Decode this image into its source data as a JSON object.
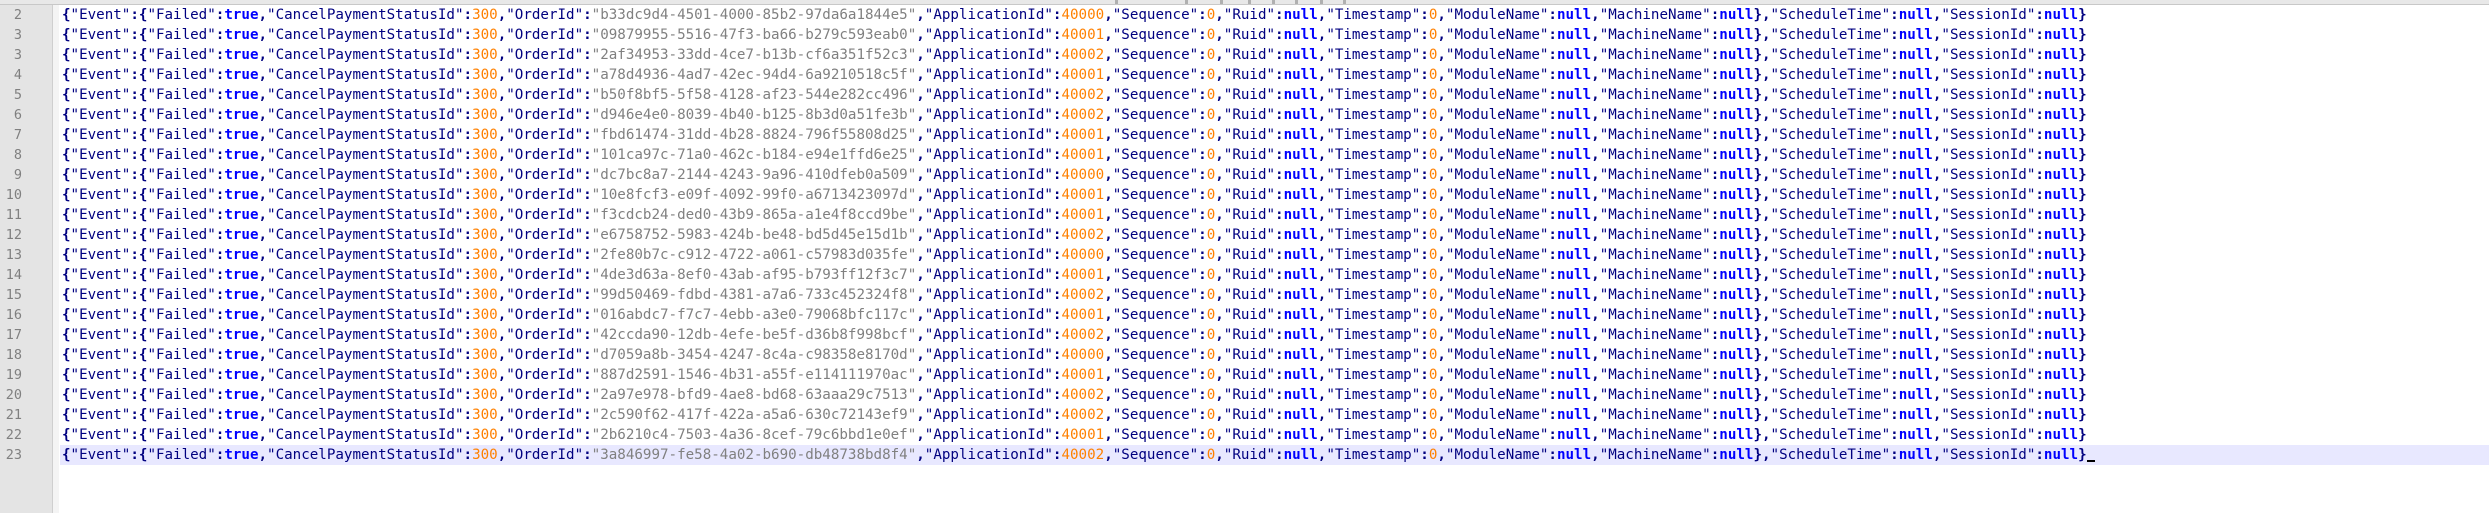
{
  "lines": [
    {
      "num": "2",
      "order_id": "b33dc9d4-4501-4000-85b2-97da6a1844e5",
      "application_id": "40000"
    },
    {
      "num": "3",
      "order_id": "09879955-5516-47f3-ba66-b279c593eab0",
      "application_id": "40001"
    },
    {
      "num": "3",
      "order_id": "2af34953-33dd-4ce7-b13b-cf6a351f52c3",
      "application_id": "40002"
    },
    {
      "num": "4",
      "order_id": "a78d4936-4ad7-42ec-94d4-6a9210518c5f",
      "application_id": "40001"
    },
    {
      "num": "5",
      "order_id": "b50f8bf5-5f58-4128-af23-544e282cc496",
      "application_id": "40002"
    },
    {
      "num": "6",
      "order_id": "d946e4e0-8039-4b40-b125-8b3d0a51fe3b",
      "application_id": "40002"
    },
    {
      "num": "7",
      "order_id": "fbd61474-31dd-4b28-8824-796f55808d25",
      "application_id": "40001"
    },
    {
      "num": "8",
      "order_id": "101ca97c-71a0-462c-b184-e94e1ffd6e25",
      "application_id": "40001"
    },
    {
      "num": "9",
      "order_id": "dc7bc8a7-2144-4243-9a96-410dfeb0a509",
      "application_id": "40000"
    },
    {
      "num": "10",
      "order_id": "10e8fcf3-e09f-4092-99f0-a6713423097d",
      "application_id": "40001"
    },
    {
      "num": "11",
      "order_id": "f3cdcb24-ded0-43b9-865a-a1e4f8ccd9be",
      "application_id": "40001"
    },
    {
      "num": "12",
      "order_id": "e6758752-5983-424b-be48-bd5d45e15d1b",
      "application_id": "40002"
    },
    {
      "num": "13",
      "order_id": "2fe80b7c-c912-4722-a061-c57983d035fe",
      "application_id": "40000"
    },
    {
      "num": "14",
      "order_id": "4de3d63a-8ef0-43ab-af95-b793ff12f3c7",
      "application_id": "40001"
    },
    {
      "num": "15",
      "order_id": "99d50469-fdbd-4381-a7a6-733c452324f8",
      "application_id": "40002"
    },
    {
      "num": "16",
      "order_id": "016abdc7-f7c7-4ebb-a3e0-79068bfc117c",
      "application_id": "40001"
    },
    {
      "num": "17",
      "order_id": "42ccda90-12db-4efe-be5f-d36b8f998bcf",
      "application_id": "40002"
    },
    {
      "num": "18",
      "order_id": "d7059a8b-3454-4247-8c4a-c98358e8170d",
      "application_id": "40000"
    },
    {
      "num": "19",
      "order_id": "887d2591-1546-4b31-a55f-e114111970ac",
      "application_id": "40001"
    },
    {
      "num": "20",
      "order_id": "2a97e978-bfd9-4ae8-bd68-63aaa29c7513",
      "application_id": "40002"
    },
    {
      "num": "21",
      "order_id": "2c590f62-417f-422a-a5a6-630c72143ef9",
      "application_id": "40002"
    },
    {
      "num": "22",
      "order_id": "2b6210c4-7503-4a36-8cef-79c6bbd1e0ef",
      "application_id": "40001"
    },
    {
      "num": "23",
      "order_id": "3a846997-fe58-4a02-b690-db48738bd8f4",
      "application_id": "40002"
    }
  ],
  "template": {
    "key_event": "\"Event\"",
    "key_failed": "\"Failed\"",
    "val_true": "true",
    "key_cancel": "\"CancelPaymentStatusId\"",
    "val_cancel": "300",
    "key_order": "\"OrderId\"",
    "key_app": "\"ApplicationId\"",
    "key_seq": "\"Sequence\"",
    "val_zero": "0",
    "key_ruid": "\"Ruid\"",
    "val_null": "null",
    "key_ts": "\"Timestamp\"",
    "key_module": "\"ModuleName\"",
    "key_machine": "\"MachineName\"",
    "key_sched": "\"ScheduleTime\"",
    "key_session": "\"SessionId\""
  },
  "current_line_index": 22,
  "colors": {
    "key": "#000080",
    "string": "#808080",
    "number": "#ff8000",
    "literal": "#0000ff",
    "current_line_bg": "#e8e8ff",
    "gutter_bg": "#e4e4e4"
  }
}
